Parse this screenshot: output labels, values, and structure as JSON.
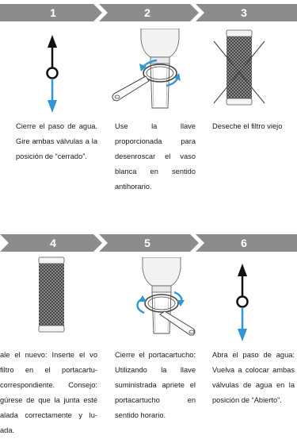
{
  "colors": {
    "banner": "#8c8c8c",
    "banner_light": "#bdbdbd",
    "arrow_blue": "#2f97d6",
    "arrow_dark": "#111111"
  },
  "row1": {
    "steps": [
      {
        "number": "1",
        "text": "Cierre el paso de agua. Gire ambas válvulas a la posición de “cerrado”.",
        "icon": "valve-close-icon"
      },
      {
        "number": "2",
        "text": "Use la llave proporcionada para desenroscar el vaso blanca en sentido antihorario.",
        "icon": "wrench-housing-icon"
      },
      {
        "number": "3",
        "text": "Deseche el filtro viejo",
        "icon": "crossed-filter-icon"
      }
    ]
  },
  "row2": {
    "steps": [
      {
        "number": "4",
        "text": "ale el nuevo: Inserte el vo filtro en el portacartu- correspondiente. Consejo: gúrese de que la junta esté alada correctamente y lu- ada.",
        "icon": "new-filter-icon"
      },
      {
        "number": "5",
        "text": "Cierre el portacartucho: Utilizando la llave suministrada apriete el portacartucho en sentido horario.",
        "icon": "wrench-housing-icon"
      },
      {
        "number": "6",
        "text": "Abra el paso de agua: Vuelva a colocar ambas válvulas de agua en la posición de “Abierto”.",
        "icon": "valve-open-icon"
      }
    ]
  }
}
